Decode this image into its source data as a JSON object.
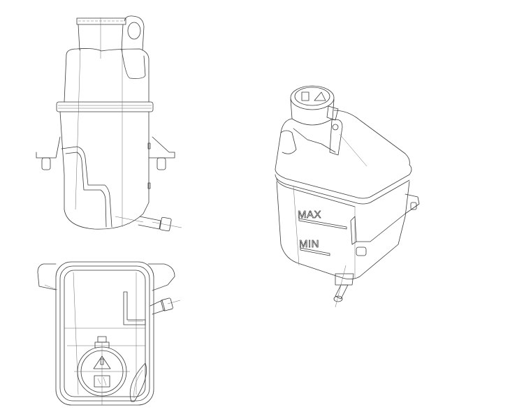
{
  "drawing": {
    "subject": "coolant expansion tank",
    "style": "technical line drawing",
    "line_color": "#3a3a3a",
    "background": "#ffffff"
  },
  "views": [
    {
      "id": "side",
      "name": "side-elevation-view"
    },
    {
      "id": "top",
      "name": "top-plan-view"
    },
    {
      "id": "iso",
      "name": "isometric-view"
    }
  ],
  "markings": {
    "max_label": "MAX",
    "min_label": "MIN"
  }
}
